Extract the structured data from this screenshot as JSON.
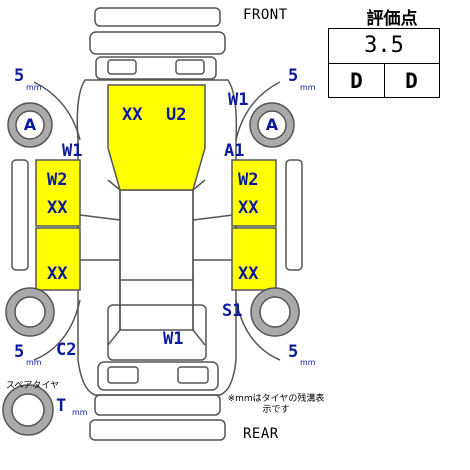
{
  "labels": {
    "front": "FRONT",
    "rear": "REAR",
    "spare_tire": "スペアタイヤ",
    "mm_note": "※mmはタイヤの残溝表示です",
    "mm_unit": "mm"
  },
  "score": {
    "title": "評価点",
    "overall": "3.5",
    "interior": "D",
    "exterior": "D"
  },
  "tires": {
    "front_left": {
      "depth": "5",
      "letter": "A"
    },
    "front_right": {
      "depth": "5",
      "letter": "A"
    },
    "rear_left": {
      "depth": "5"
    },
    "rear_right": {
      "depth": "5"
    },
    "spare": {
      "letter": "T"
    }
  },
  "panels": {
    "hood": {
      "text1": "XX",
      "text2": "U2"
    },
    "left_front_door": {
      "text1": "W2",
      "text2": "XX"
    },
    "left_rear_door": {
      "text": "XX"
    },
    "right_front_door": {
      "text1": "W2",
      "text2": "XX"
    },
    "right_rear_door": {
      "text": "XX"
    }
  },
  "marks": {
    "left_front_fender": "W1",
    "right_front_pillar_top": "W1",
    "right_front_fender": "A1",
    "right_rear_fender": "S1",
    "left_rear_corner": "C2",
    "trunk": "W1"
  },
  "colors": {
    "damage_fill": "#ffff00",
    "code_text": "#0a1a9c",
    "outline": "#555555",
    "tire_fill": "#aaaaaa"
  }
}
